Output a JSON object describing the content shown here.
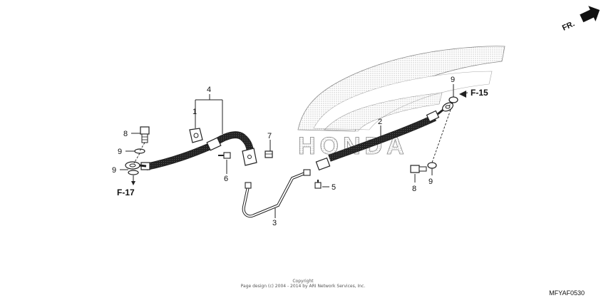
{
  "watermark": {
    "brand_text": "HONDA"
  },
  "direction": {
    "label": "FR."
  },
  "callouts": {
    "c1": "1",
    "c2": "2",
    "c3": "3",
    "c4": "4",
    "c5": "5",
    "c6": "6",
    "c7": "7",
    "c8_left": "8",
    "c8_right": "8",
    "c9_left_upper": "9",
    "c9_left_lower": "9",
    "c9_right_upper": "9",
    "c9_right_lower": "9"
  },
  "references": {
    "left": "F-17",
    "right": "F-15"
  },
  "footer": {
    "copyright_line1": "Copyright",
    "copyright_line2": "Page design (c) 2004 - 2014 by ARI Network Services, Inc.",
    "diagram_code": "MFYAF0530"
  }
}
